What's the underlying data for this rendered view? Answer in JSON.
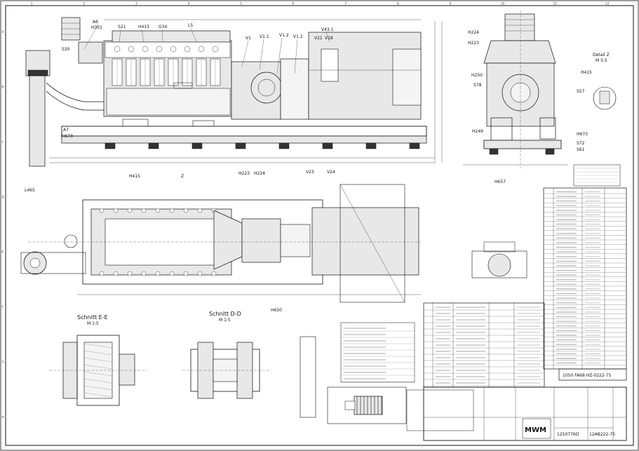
{
  "sheet": {
    "zone_numbers": [
      "1",
      "2",
      "3",
      "4",
      "5",
      "6",
      "7",
      "8",
      "9",
      "10",
      "11",
      "12"
    ],
    "zone_letters": [
      "A",
      "B",
      "C",
      "D",
      "E",
      "F",
      "G",
      "H"
    ]
  },
  "side_view": {
    "labels": {
      "a6": "A6",
      "h301": "H301",
      "s21": "S21",
      "h415": "H415",
      "g34": "G34",
      "l5": "L5",
      "v1": "V1",
      "v11": "V1.1",
      "v12": "V1.2",
      "v112": "V1.2",
      "v431": "V43.1",
      "v21": "V21",
      "v18": "V18",
      "s30": "S30",
      "a7": "A7",
      "h673": "H673",
      "v23": "V23",
      "v24": "V24"
    }
  },
  "front_view": {
    "labels": {
      "h224": "H224",
      "h223": "H223",
      "h250": "H250",
      "s78": "S78",
      "h249": "H249",
      "h657": "H657",
      "h673": "H673",
      "s72": "S72",
      "s61": "S61",
      "s57": "S57",
      "h415": "H415"
    },
    "detail_title": "Detail Z",
    "detail_scale": "M 5:5"
  },
  "plan_view": {
    "labels": {
      "h415": "H415",
      "z": "Z",
      "h223": "H223",
      "h224": "H224",
      "l465": "L465",
      "h650": "H650"
    }
  },
  "sections": {
    "e_title": "Schnitt E-E",
    "e_scale": "M 1:5",
    "d_title": "Schnitt D-D",
    "d_scale": "M 1:5"
  },
  "title_block": {
    "company": "MWM",
    "drawing_ref": "1050 FA68 HZ-0222-75",
    "drawing_no": "1250776D",
    "sheet_ref": "12AB222-75"
  }
}
